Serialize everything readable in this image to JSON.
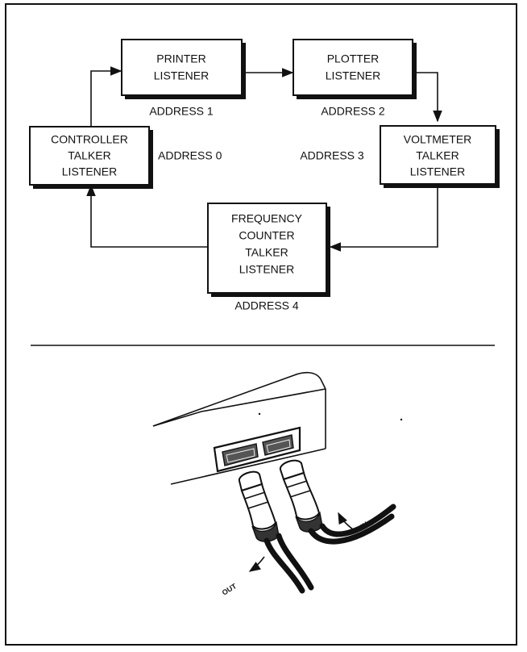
{
  "diagram": {
    "nodes": {
      "printer": {
        "lines": [
          "PRINTER",
          "LISTENER"
        ],
        "address": "ADDRESS 1"
      },
      "plotter": {
        "lines": [
          "PLOTTER",
          "LISTENER"
        ],
        "address": "ADDRESS 2"
      },
      "controller": {
        "lines": [
          "CONTROLLER",
          "TALKER",
          "LISTENER"
        ],
        "address": "ADDRESS 0"
      },
      "voltmeter": {
        "lines": [
          "VOLTMETER",
          "TALKER",
          "LISTENER"
        ],
        "address": "ADDRESS 3"
      },
      "counter": {
        "lines": [
          "FREQUENCY",
          "COUNTER",
          "TALKER",
          "LISTENER"
        ],
        "address": "ADDRESS 4"
      }
    }
  },
  "illustration": {
    "cable_out_label": "OUT",
    "cable_in_label": "IN"
  }
}
